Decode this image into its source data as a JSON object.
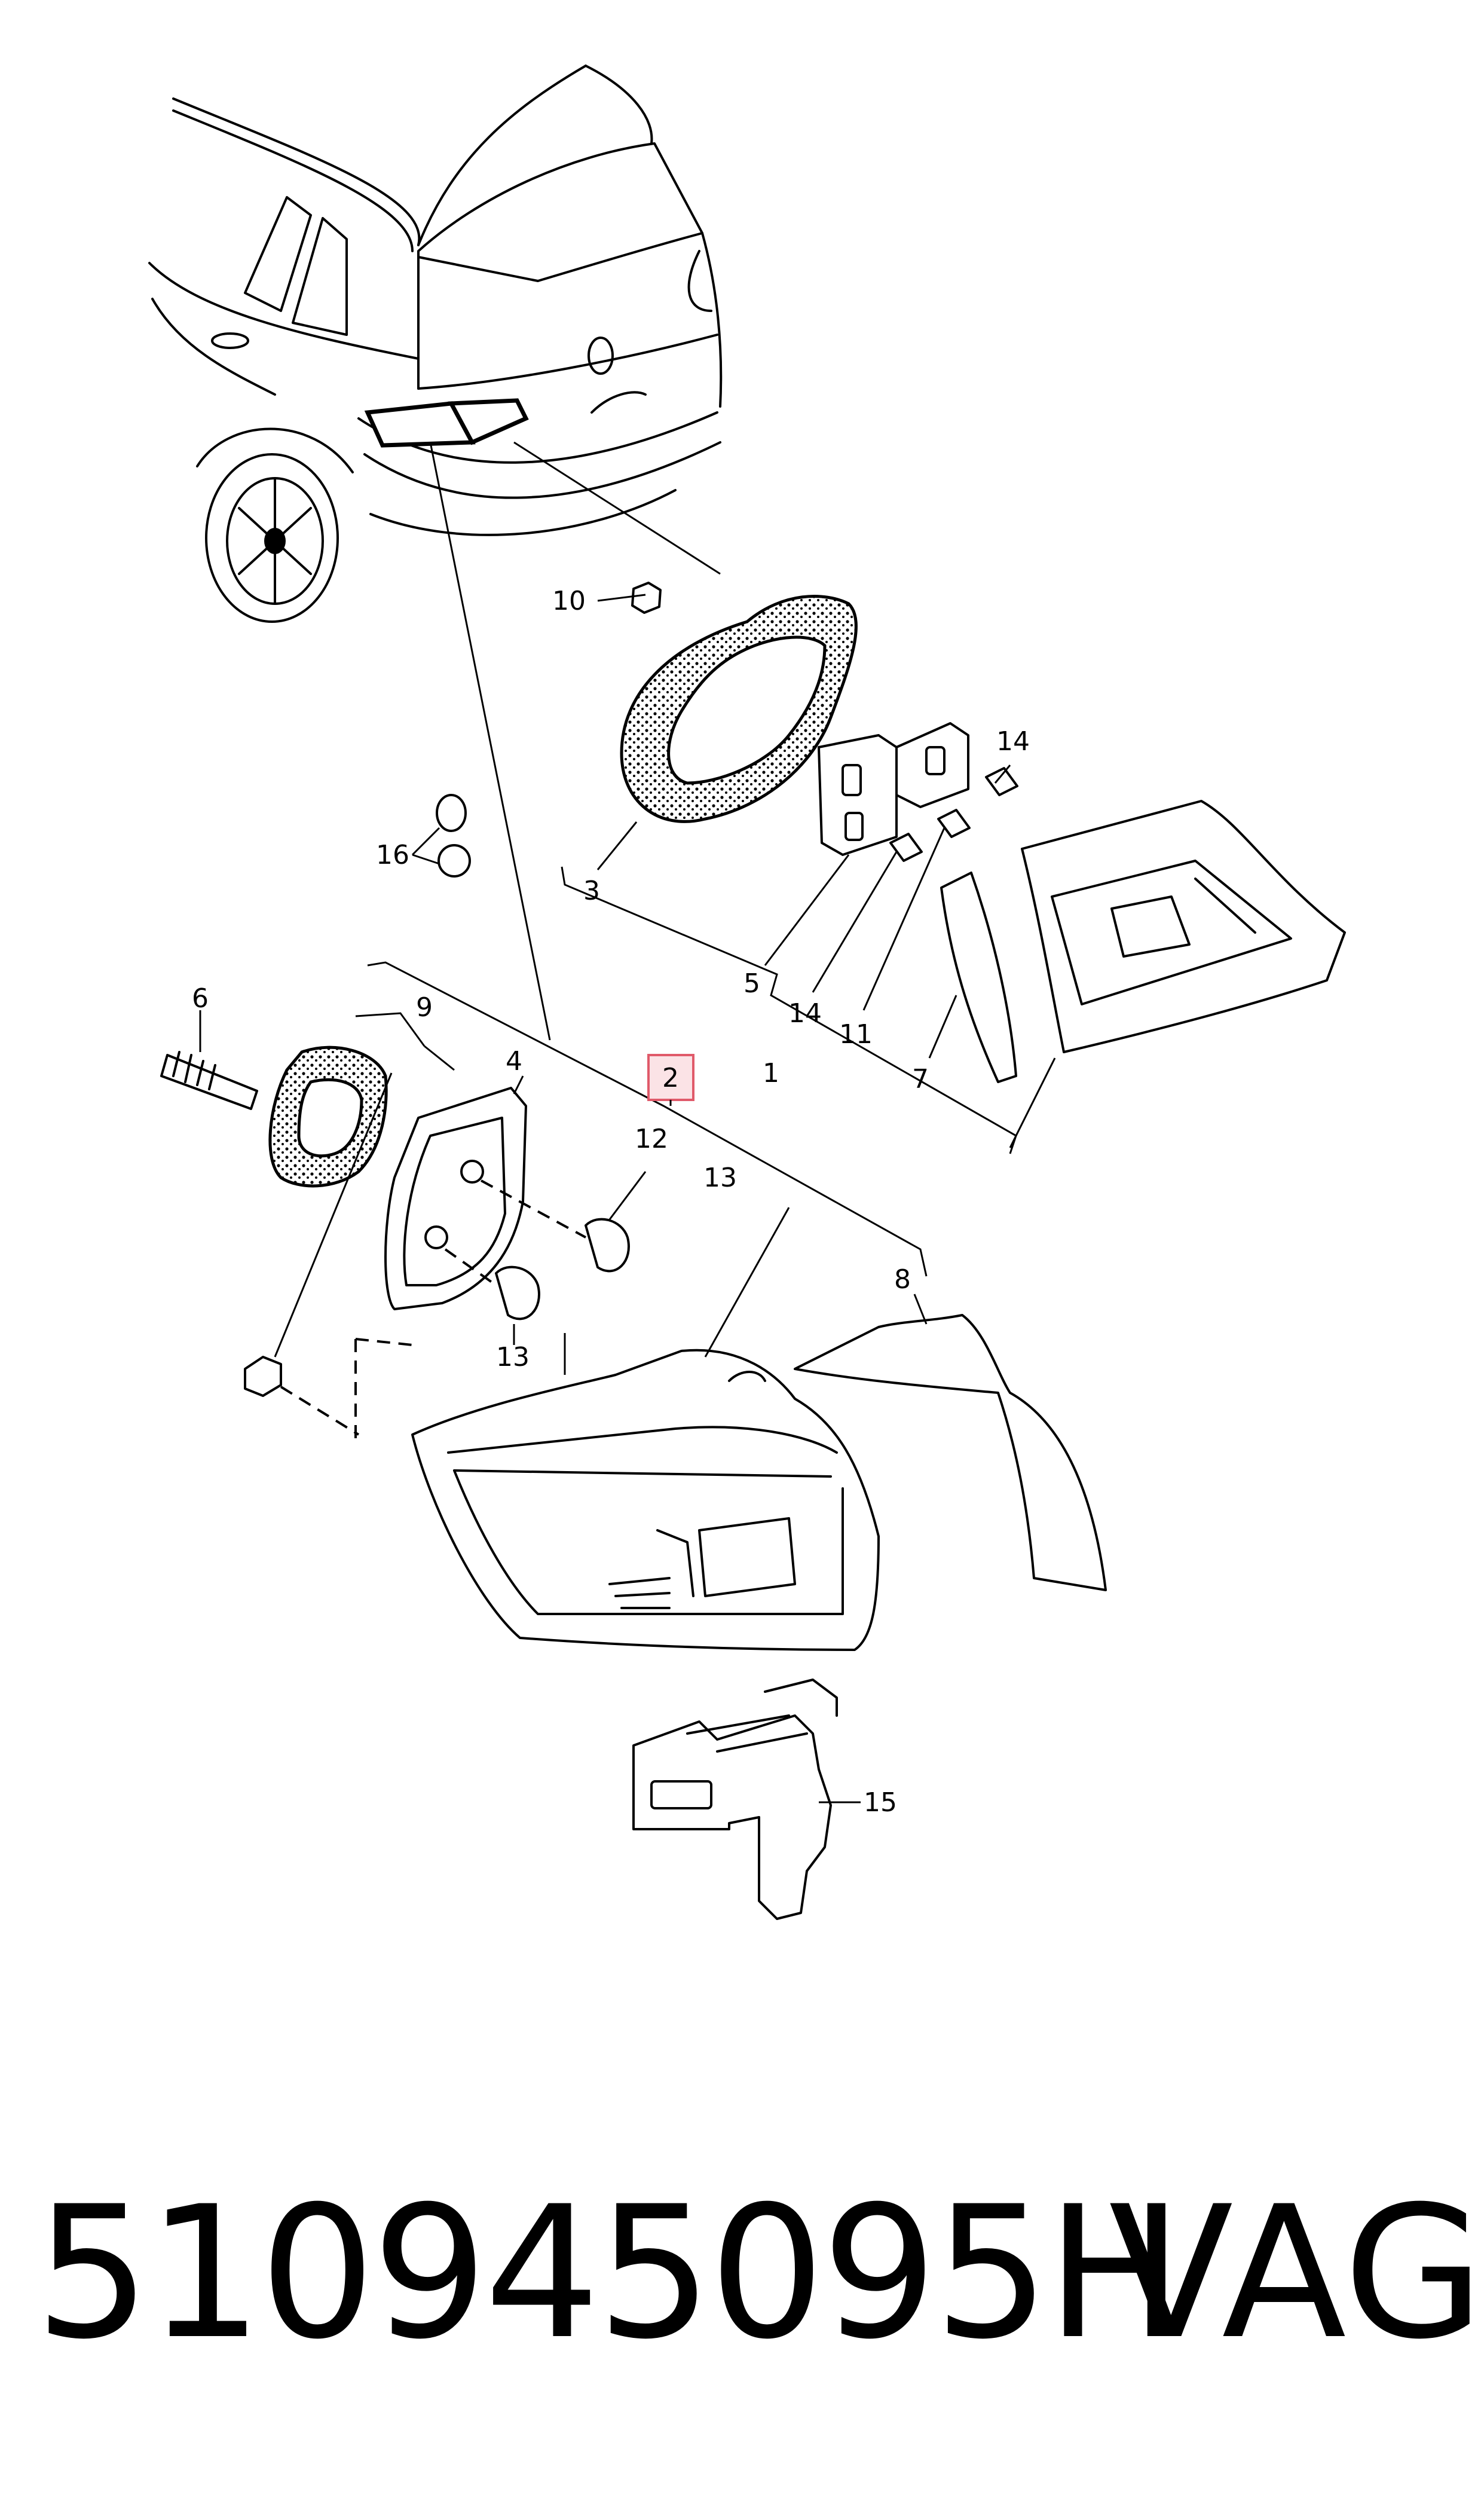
{
  "callouts": {
    "c1": "1",
    "c2": "2",
    "c3": "3",
    "c4": "4",
    "c5": "5",
    "c6": "6",
    "c7": "7",
    "c8": "8",
    "c9": "9",
    "c10": "10",
    "c11": "11",
    "c12": "12",
    "c13a": "13",
    "c13b": "13",
    "c14a": "14",
    "c14b": "14",
    "c15": "15",
    "c16": "16"
  },
  "highlight_color": "#e05a6a",
  "highlight_fill": "#fbe3e6",
  "footer": {
    "part_number": "510945095H",
    "brand": "VAG"
  }
}
